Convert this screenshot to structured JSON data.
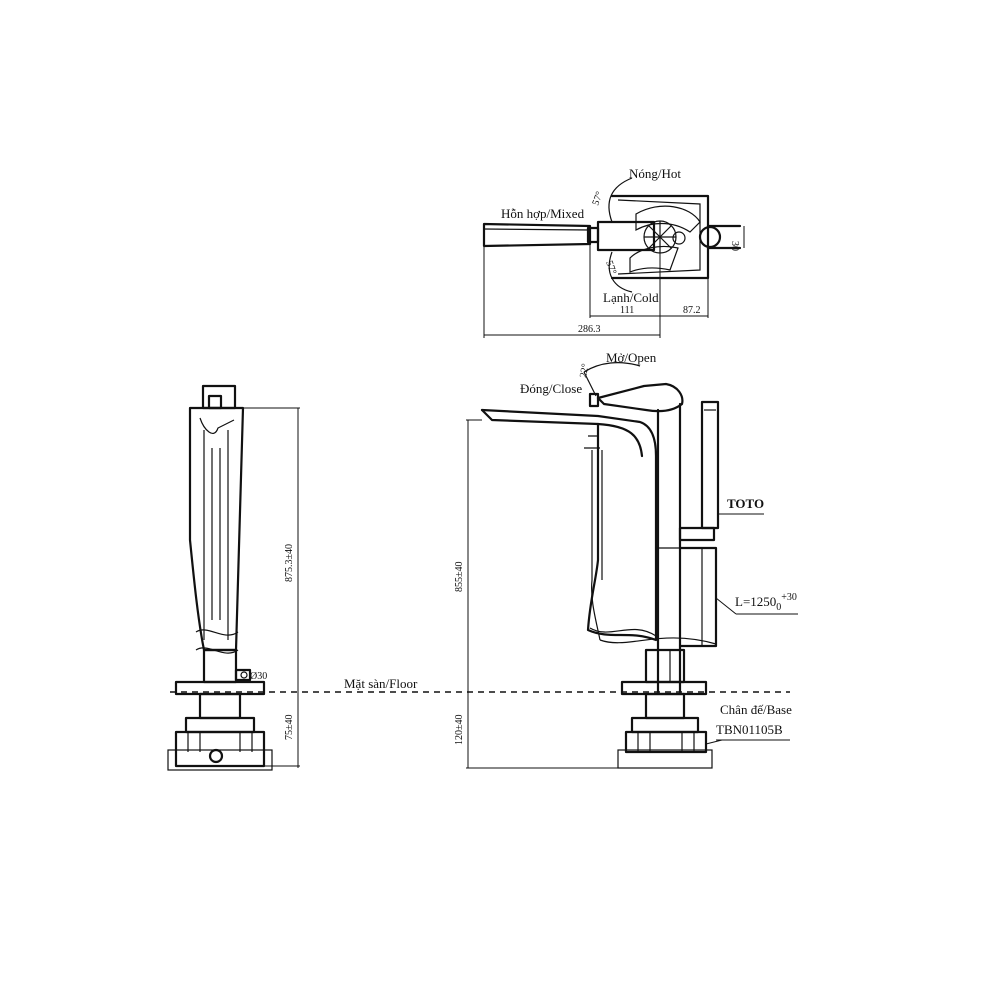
{
  "labels": {
    "hot": "Nóng/Hot",
    "mixed": "Hỗn hợp/Mixed",
    "cold": "Lạnh/Cold",
    "open": "Mở/Open",
    "close": "Đóng/Close",
    "floor": "Mặt sàn/Floor",
    "brand": "TOTO",
    "hose_prefix": "L=1250",
    "hose_sub": "0",
    "hose_sup": "+30",
    "base_label": "Chân đế/Base",
    "base_model": "TBN01105B"
  },
  "dimensions": {
    "angle_hot": "57°",
    "angle_cold": "57°",
    "angle_open": "22°",
    "dim_111": "111",
    "dim_87_2": "87.2",
    "dim_286_3": "286.3",
    "dim_30": "30",
    "dim_ø30": "Ø30",
    "dim_side_height": "875.3±40",
    "dim_side_base": "75±40",
    "dim_front_height": "855±40",
    "dim_front_base": "120±40"
  }
}
